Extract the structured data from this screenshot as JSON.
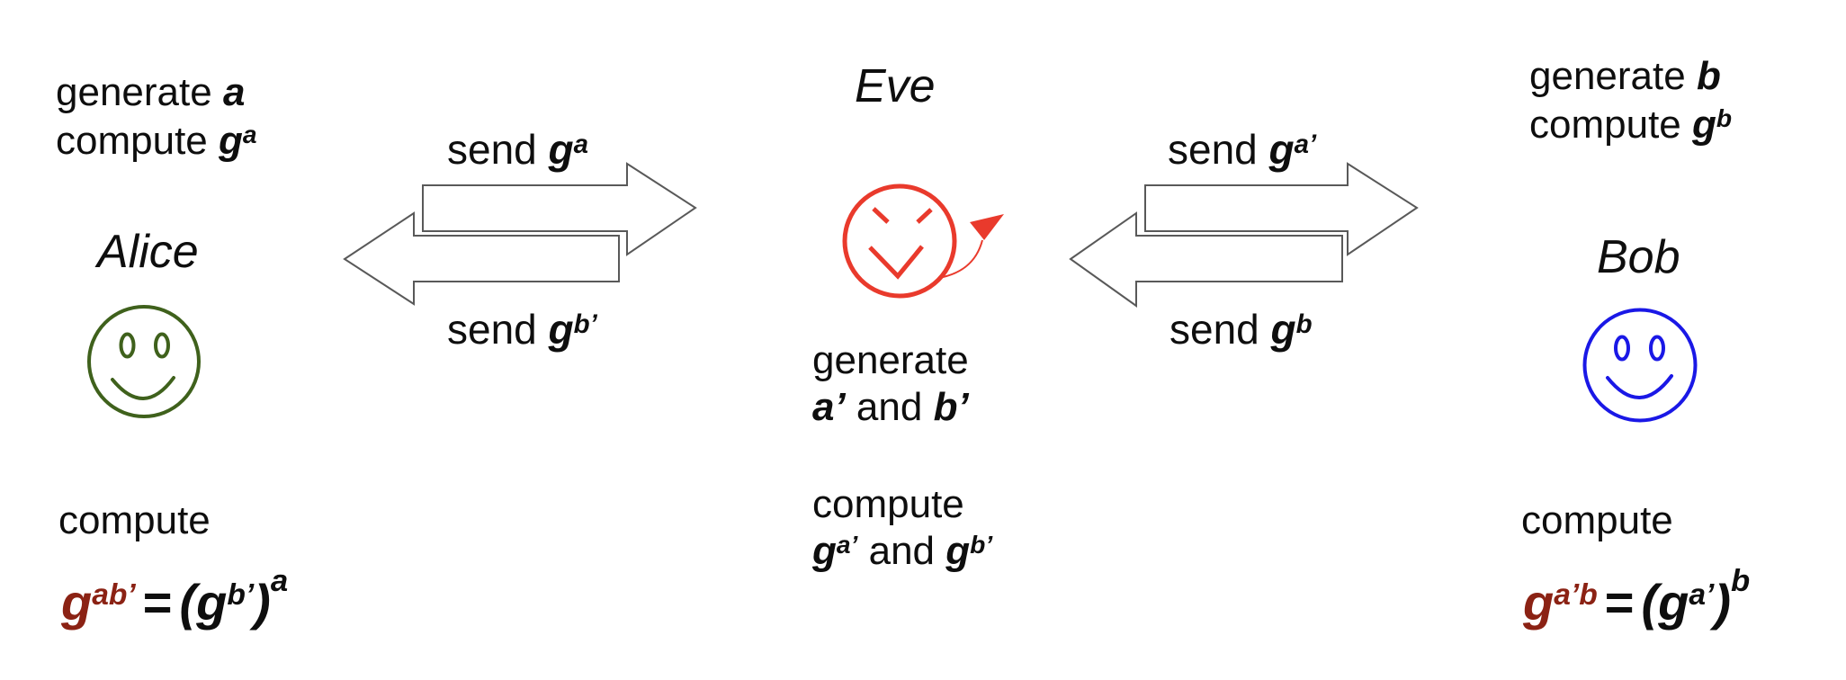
{
  "palette": {
    "eve_red": "#E93A2C",
    "alice_green": "#3F611C",
    "bob_blue": "#1A18E6",
    "formula_maroon": "#8B2214",
    "arrow_outline": "#595959",
    "text": "#0E0E0E"
  },
  "alice": {
    "name": "Alice",
    "gen_prefix": "generate ",
    "gen_var": "a",
    "comp_prefix": "compute ",
    "comp_base": "g",
    "comp_sup": "a",
    "compute_label": "compute",
    "formula": {
      "lhs_base": "g",
      "lhs_sup": "ab’",
      "equals": "=",
      "open": "(",
      "inner_base": "g",
      "inner_sup": "b’",
      "close": ")",
      "outer_sup": "a"
    }
  },
  "eve": {
    "name": "Eve",
    "generate": {
      "line1": "generate",
      "var1": "a’",
      "conj": " and ",
      "var2": "b’"
    },
    "compute": {
      "line1": "compute",
      "base1": "g",
      "sup1": "a’",
      "conj": " and ",
      "base2": "g",
      "sup2": "b’"
    }
  },
  "bob": {
    "name": "Bob",
    "gen_prefix": "generate ",
    "gen_var": "b",
    "comp_prefix": "compute ",
    "comp_base": "g",
    "comp_sup": "b",
    "compute_label": "compute",
    "formula": {
      "lhs_base": "g",
      "lhs_sup": "a’b",
      "equals": "=",
      "open": "(",
      "inner_base": "g",
      "inner_sup": "a’",
      "close": ")",
      "outer_sup": "b"
    }
  },
  "messages": {
    "alice_to_bob": {
      "prefix": "send ",
      "base": "g",
      "sup": "a"
    },
    "intercept_to_alice": {
      "prefix": "send ",
      "base": "g",
      "sup": "b’"
    },
    "intercept_to_bob": {
      "prefix": "send ",
      "base": "g",
      "sup": "a’"
    },
    "bob_to_alice": {
      "prefix": "send ",
      "base": "g",
      "sup": "b"
    }
  }
}
